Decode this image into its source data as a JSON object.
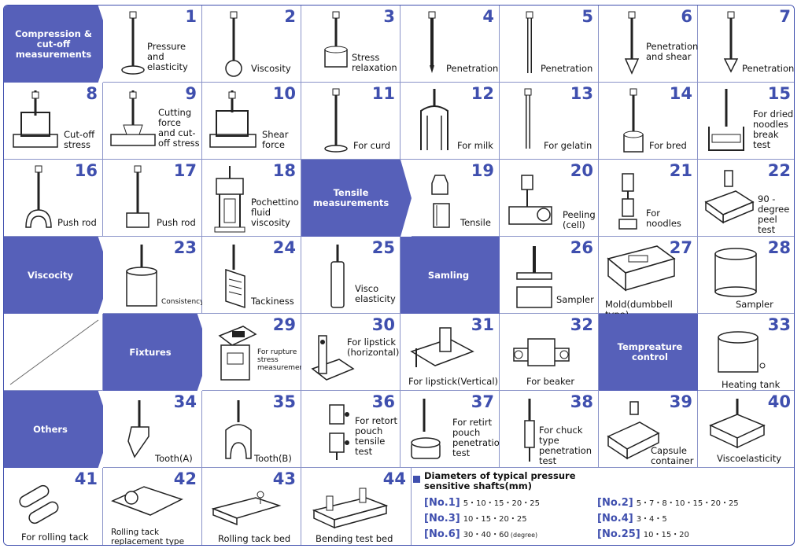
{
  "categories": {
    "compression": "Compression & cut-off measurements",
    "tensile": "Tensile measurements",
    "viscosity": "Viscocity",
    "sampling": "Samling",
    "fixtures": "Fixtures",
    "temperature": "Tempreature control",
    "others": "Others"
  },
  "items": [
    {
      "n": "1",
      "label": "Pressure and elasticity",
      "icon": "ball-plunger-icon"
    },
    {
      "n": "2",
      "label": "Viscosity",
      "icon": "sphere-probe-icon"
    },
    {
      "n": "3",
      "label": "Stress relaxation",
      "icon": "cylinder-probe-icon"
    },
    {
      "n": "4",
      "label": "Penetration",
      "icon": "needle-probe-icon"
    },
    {
      "n": "5",
      "label": "Penetration",
      "icon": "rod-probe-icon"
    },
    {
      "n": "6",
      "label": "Penetration and shear",
      "icon": "arrow-probe-icon"
    },
    {
      "n": "7",
      "label": "Penetration",
      "icon": "cone-probe-icon"
    },
    {
      "n": "8",
      "label": "Cut-off stress",
      "icon": "cutoff-fixture-icon"
    },
    {
      "n": "9",
      "label": "Cutting force and cut-off stress",
      "icon": "cutting-fixture-icon"
    },
    {
      "n": "10",
      "label": "Shear force",
      "icon": "shear-fixture-icon"
    },
    {
      "n": "11",
      "label": "For curd",
      "icon": "disc-probe-icon"
    },
    {
      "n": "12",
      "label": "For milk",
      "icon": "milk-frame-icon"
    },
    {
      "n": "13",
      "label": "For gelatin",
      "icon": "gelatin-probe-icon"
    },
    {
      "n": "14",
      "label": "For bred",
      "icon": "bread-probe-icon"
    },
    {
      "n": "15",
      "label": "For dried noodles break test",
      "icon": "noodle-break-icon"
    },
    {
      "n": "16",
      "label": "Push rod",
      "icon": "fork-rod-icon"
    },
    {
      "n": "17",
      "label": "Push rod",
      "icon": "block-rod-icon"
    },
    {
      "n": "18",
      "label": "Pochettino fluid viscosity",
      "icon": "pochettino-icon"
    },
    {
      "n": "19",
      "label": "Tensile",
      "icon": "tensile-clip-icon"
    },
    {
      "n": "20",
      "label": "Peeling (cell)",
      "icon": "peeling-cell-icon"
    },
    {
      "n": "21",
      "label": "For noodles",
      "icon": "noodle-clamp-icon"
    },
    {
      "n": "22",
      "label": "90 -degree peel test",
      "icon": "peel-90-icon"
    },
    {
      "n": "23",
      "label": "Consistency",
      "icon": "consistency-cup-icon"
    },
    {
      "n": "24",
      "label": "Tackiness",
      "icon": "tackiness-plate-icon"
    },
    {
      "n": "25",
      "label": "Visco elasticity",
      "icon": "visco-tube-icon"
    },
    {
      "n": "26",
      "label": "Sampler",
      "icon": "sampler-box-icon"
    },
    {
      "n": "27",
      "label": "Mold(dumbbell type)",
      "icon": "dumbbell-mold-icon"
    },
    {
      "n": "28",
      "label": "Sampler",
      "icon": "sampler-cup-icon"
    },
    {
      "n": "29",
      "label": "For rupture stress measurement",
      "icon": "rupture-fixture-icon"
    },
    {
      "n": "30",
      "label": "For lipstick (horizontal)",
      "icon": "lipstick-h-icon"
    },
    {
      "n": "31",
      "label": "For lipstick(Vertical)",
      "icon": "lipstick-v-icon"
    },
    {
      "n": "32",
      "label": "For beaker",
      "icon": "beaker-clamp-icon"
    },
    {
      "n": "33",
      "label": "Heating tank",
      "icon": "heating-tank-icon"
    },
    {
      "n": "34",
      "label": "Tooth(A)",
      "icon": "tooth-a-icon"
    },
    {
      "n": "35",
      "label": "Tooth(B)",
      "icon": "tooth-b-icon"
    },
    {
      "n": "36",
      "label": "For retort pouch tensile test",
      "icon": "pouch-tensile-icon"
    },
    {
      "n": "37",
      "label": "For retirt pouch penetration test",
      "icon": "pouch-penetration-icon"
    },
    {
      "n": "38",
      "label": "For chuck type penetration test",
      "icon": "chuck-probe-icon"
    },
    {
      "n": "39",
      "label": "Capsule container",
      "icon": "capsule-container-icon"
    },
    {
      "n": "40",
      "label": "Viscoelasticity",
      "icon": "viscoelasticity-rig-icon"
    },
    {
      "n": "41",
      "label": "For rolling tack",
      "icon": "rollers-icon"
    },
    {
      "n": "42",
      "label": "Rolling tack replacement type",
      "icon": "roller-ramp-icon"
    },
    {
      "n": "43",
      "label": "Rolling tack bed",
      "icon": "tack-bed-icon"
    },
    {
      "n": "44",
      "label": "Bending test bed",
      "icon": "bending-bed-icon"
    }
  ],
  "legend": {
    "title": "Diameters of typical pressure sensitive shafts(mm)",
    "shafts": [
      {
        "tag": "[No.1]",
        "vals": "5・10・15・20・25"
      },
      {
        "tag": "[No.2]",
        "vals": "5・7・8・10・15・20・25"
      },
      {
        "tag": "[No.3]",
        "vals": "10・15・20・25"
      },
      {
        "tag": "[No.4]",
        "vals": "3・4・5"
      },
      {
        "tag": "[No.6]",
        "vals": "30・40・60",
        "unit": "(degree)"
      },
      {
        "tag": "[No.25]",
        "vals": "10・15・20"
      }
    ]
  }
}
